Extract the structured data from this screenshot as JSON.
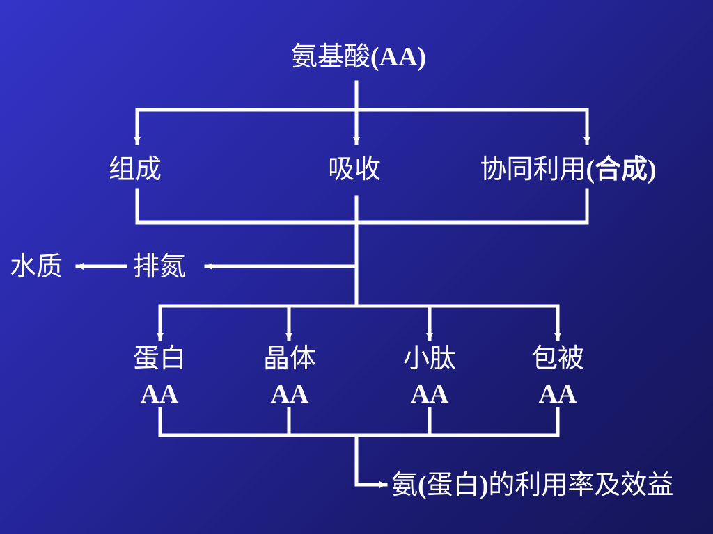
{
  "title": {
    "prefix": "氨基酸",
    "suffix": "(AA)"
  },
  "row1": {
    "left": "组成",
    "center": "吸收",
    "right_main": "协同利用",
    "right_paren": "(合成)"
  },
  "branch": {
    "outer": "水质",
    "inner": "排氮"
  },
  "row2": [
    {
      "label": "蛋白",
      "sub": "AA"
    },
    {
      "label": "晶体",
      "sub": "AA"
    },
    {
      "label": "小肽",
      "sub": "AA"
    },
    {
      "label": "包被",
      "sub": "AA"
    }
  ],
  "result": {
    "p1": "氨",
    "p2": "(",
    "p3": "蛋白",
    "p4": ")",
    "p5": "的利用率及效益"
  },
  "colors": {
    "background_top": "#3434c8",
    "background_bottom": "#151558",
    "line": "#ffffff",
    "text": "#ffffff"
  }
}
